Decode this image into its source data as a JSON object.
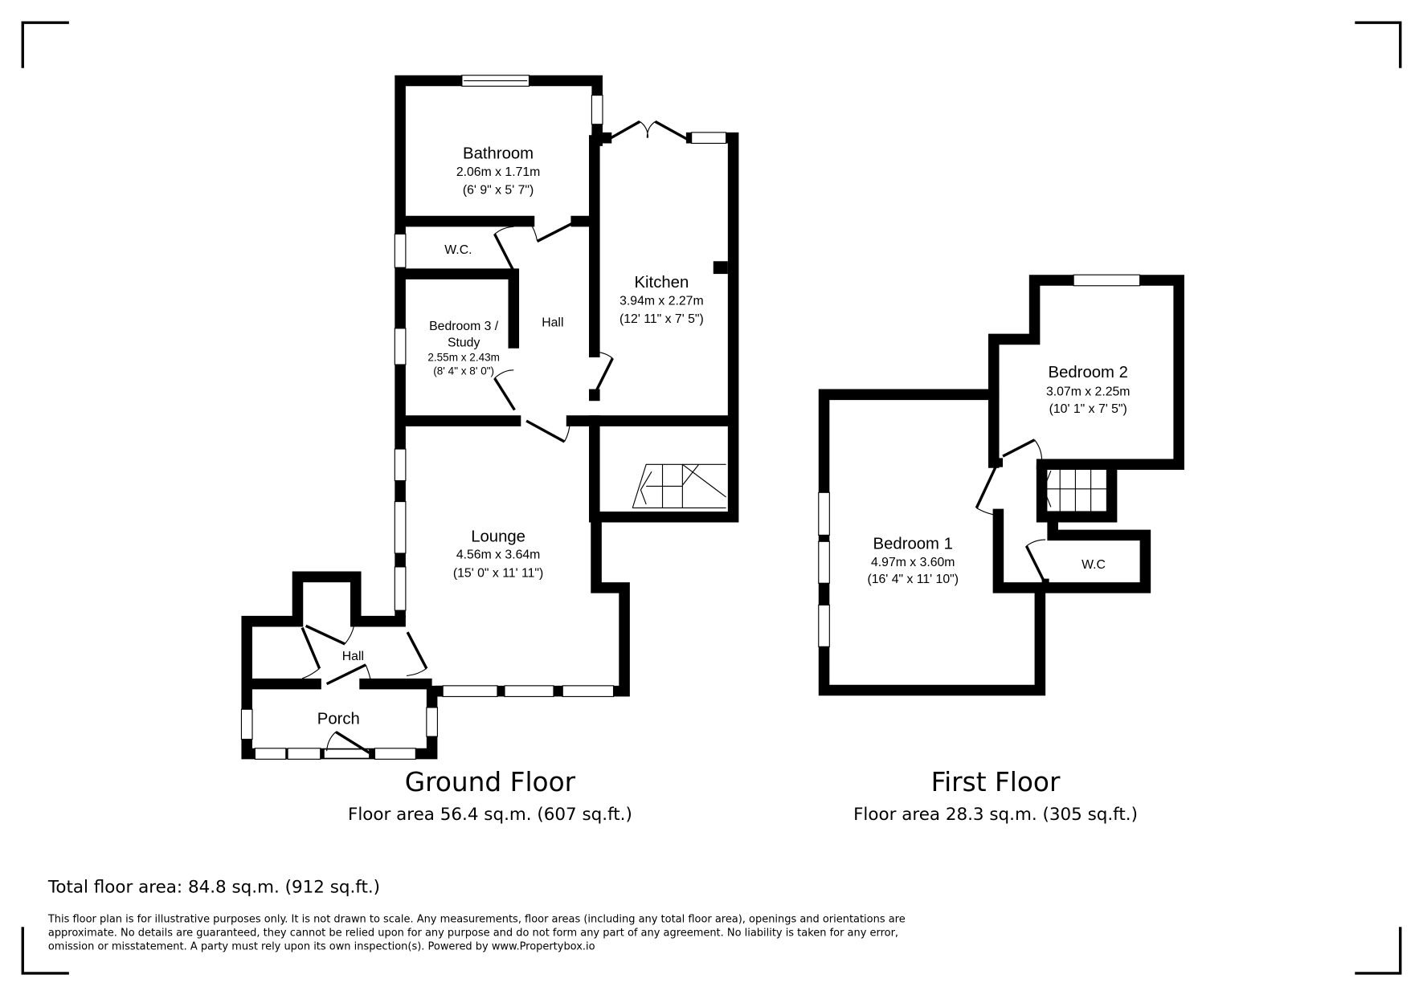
{
  "ground_floor": {
    "title": "Ground Floor",
    "area": "Floor area 56.4 sq.m. (607 sq.ft.)",
    "rooms": {
      "bathroom": {
        "name": "Bathroom",
        "metric": "2.06m x 1.71m",
        "imperial": "(6' 9\" x 5' 7\")"
      },
      "wc": {
        "name": "W.C."
      },
      "bedroom3": {
        "name_line1": "Bedroom 3 /",
        "name_line2": "Study",
        "metric": "2.55m x 2.43m",
        "imperial": "(8' 4\" x 8' 0\")"
      },
      "hall": {
        "name": "Hall"
      },
      "kitchen": {
        "name": "Kitchen",
        "metric": "3.94m x 2.27m",
        "imperial": "(12' 11\" x 7' 5\")"
      },
      "lounge": {
        "name": "Lounge",
        "metric": "4.56m x 3.64m",
        "imperial": "(15' 0\" x 11' 11\")"
      },
      "front_hall": {
        "name": "Hall"
      },
      "porch": {
        "name": "Porch"
      }
    }
  },
  "first_floor": {
    "title": "First Floor",
    "area": "Floor area 28.3 sq.m. (305 sq.ft.)",
    "rooms": {
      "bedroom1": {
        "name": "Bedroom 1",
        "metric": "4.97m x 3.60m",
        "imperial": "(16' 4\" x 11' 10\")"
      },
      "bedroom2": {
        "name": "Bedroom 2",
        "metric": "3.07m x 2.25m",
        "imperial": "(10' 1\" x 7' 5\")"
      },
      "wc": {
        "name": "W.C"
      }
    }
  },
  "total_area": "Total floor area: 84.8 sq.m. (912 sq.ft.)",
  "disclaimer": [
    "This floor plan is for illustrative purposes only. It is not drawn to scale. Any measurements, floor areas (including any total floor area), openings and orientations are",
    "approximate. No details are guaranteed, they cannot be relied upon for any purpose and do not form any part of any agreement. No liability is taken for any error,",
    "omission or misstatement. A party must rely upon its own inspection(s). Powered by www.Propertybox.io"
  ]
}
